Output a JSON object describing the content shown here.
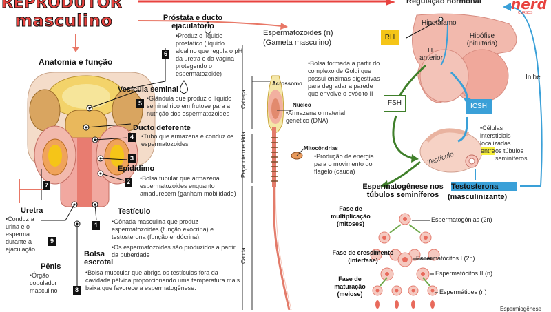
{
  "title": {
    "line1": "REPRODUTOR",
    "line2": "masculino"
  },
  "brand": {
    "name": "nerd",
    "sub": "CURSOS"
  },
  "anatomy": {
    "heading": "Anatomia e função",
    "prostata": {
      "title": "Próstata e ducto ejaculatório",
      "num": "6",
      "desc": "•Produz o líquido prostático (líquido alcalino que regula o pH da uretra e da vagina protegendo o espermatozoide)"
    },
    "vesicula": {
      "title": "Vesícula seminal",
      "num": "5",
      "desc": "•Glândula que produz o líquido seminal rico em frutose para a nutrição dos espermatozoides"
    },
    "ducto": {
      "title": "Ducto deferente",
      "num": "4",
      "desc": "•Tubo que armazena e conduz os espermatozoides"
    },
    "epididimo": {
      "title": "Epidídimo",
      "num": "3",
      "desc": "•Bolsa tubular que armazena espermatozoides enquanto amadurecem (ganham mobilidade)"
    },
    "testiculo": {
      "title": "Testículo",
      "num": "2",
      "desc1": "•Gônada masculina que produz espermatozoides (função exócrina) e testosterona (função endócrina).",
      "desc2": "•Os espermatozoides são produzidos a partir da puberdade"
    },
    "bolsa": {
      "title": "Bolsa escrotal",
      "num": "1",
      "desc": "•Bolsa muscular que abriga os testículos fora da cavidade pélvica proporcionando uma temperatura mais baixa que favorece a espermatogênese."
    },
    "uretra": {
      "title": "Uretra",
      "num": "7",
      "desc": "•Conduz a urina e o esperma durante a ejaculação"
    },
    "penis": {
      "title": "Pênis",
      "num": "9",
      "desc": "•Órgão copulador masculino"
    },
    "num8": "8"
  },
  "sperm": {
    "heading": "Espermatozoides (n)",
    "subheading": "(Gameta masculino)",
    "acrossomo": "Acrossomo",
    "acrossomo_desc": "•Bolsa formada a partir do complexo de Golgi que possui enzimas digestivas para degradar a parede que envolve o ovócito II",
    "nucleo": "Núcleo",
    "nucleo_desc": "•Armazena o material genético (DNA)",
    "mito": "Mitocôndrias",
    "mito_desc": "•Produção de energia para o movimento do flagelo (cauda)",
    "cabeca": "Cabeça",
    "peca": "Peça intermediária",
    "cauda": "Cauda"
  },
  "hormonal": {
    "heading": "Regulação hormonal",
    "hipotalamo": "Hipotálamo",
    "rh": "RH",
    "hipofise": "Hipófise (pituitária)",
    "h_anterior": "H. anterior",
    "fsh": "FSH",
    "icsh": "ICSH",
    "inibe": "Inibe",
    "testiculo": "Testículo",
    "celulas": "•Células intersticiais localizadas",
    "entre": "entre",
    "os_tubulos": "os túbulos seminíferos",
    "testosterona": "Testosterona",
    "masc": "(masculinizante)"
  },
  "espermatogenese": {
    "heading": "Espermatogênese nos túbulos seminíferos",
    "fase1": "Fase de multiplicação (mitoses)",
    "fase2": "Fase de crescimento (interfase)",
    "fase3": "Fase de maturação (meiose)",
    "c1": "Espermatogônias (2n)",
    "c2": "Espermatócitos I (2n)",
    "c3": "Espermatócitos II (n)",
    "c4": "Espermátides (n)",
    "cut": "Espermiogênese"
  },
  "colors": {
    "red": "#e8433f",
    "skin": "#f2b9ad",
    "yellow": "#f5c518",
    "green": "#3f7f2a",
    "blue": "#3aa0d8",
    "cell": "#f08a7a"
  }
}
